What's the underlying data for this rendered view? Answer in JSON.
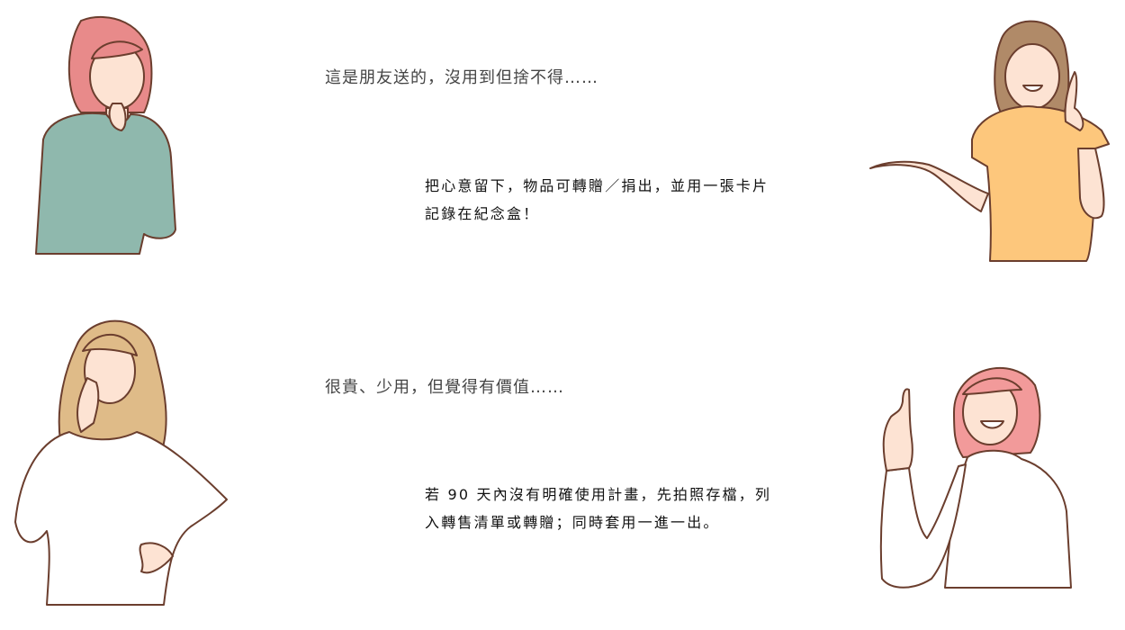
{
  "sections": [
    {
      "question": "這是朋友送的，沒用到但捨不得……",
      "answer": "把心意留下，物品可轉贈／捐出，並用一張卡片記錄在紀念盒！"
    },
    {
      "question": "很貴、少用，但覺得有價值……",
      "answer": "若 90 天內沒有明確使用計畫，先拍照存檔，列入轉售清單或轉贈；同時套用一進一出。"
    }
  ],
  "colors": {
    "question_text": "#444444",
    "answer_text": "#111111",
    "teal_sweater": "#8fb8ad",
    "yellow_shirt": "#fdc77c",
    "pink_hair": "#e88a8a",
    "blond_hair": "#dfbb88",
    "brown_hair": "#b08a68"
  }
}
